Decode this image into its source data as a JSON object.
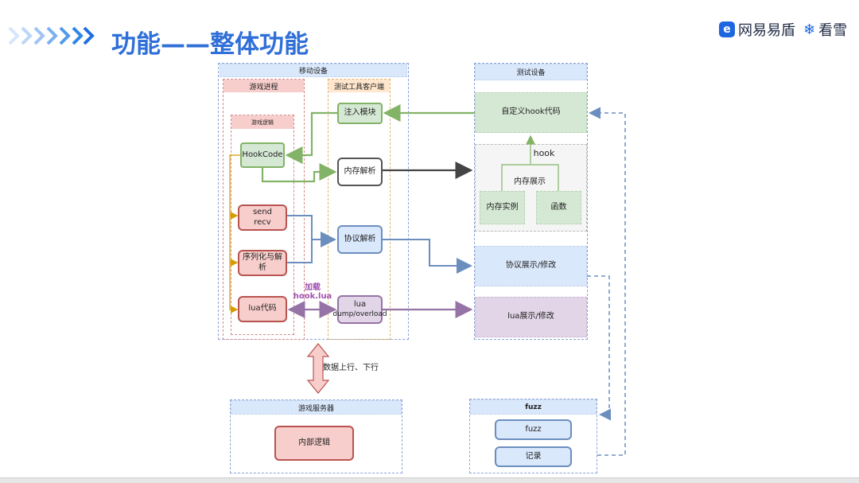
{
  "header": {
    "title": "功能——整体功能",
    "brand_name": "网易易盾",
    "brand_sub": "看雪",
    "brand_color": "#1e66e0",
    "title_color": "#2f6fd8"
  },
  "diagram": {
    "mobile_device": "移动设备",
    "game_process": "游戏进程",
    "test_client": "测试工具客户端",
    "game_logic": "游戏逻辑",
    "hookcode": "HookCode",
    "send": "send",
    "recv": "recv",
    "serialize": "序列化与解析",
    "lua_code": "lua代码",
    "inject": "注入模块",
    "mem_parse": "内存解析",
    "proto_parse": "协议解析",
    "lua": "lua",
    "lua_dump": "dump/overload",
    "load_label_1": "加载",
    "load_label_2": "hook.lua",
    "test_device": "测试设备",
    "custom_hook": "自定义hook代码",
    "hook_label": "hook",
    "mem_show": "内存展示",
    "mem_instance": "内存实例",
    "func": "函数",
    "proto_show": "协议展示/修改",
    "lua_show": "lua展示/修改",
    "data_flow": "数据上行、下行",
    "game_server": "游戏服务器",
    "internal_logic": "内部逻辑",
    "fuzz_header": "fuzz",
    "fuzz": "fuzz",
    "record": "记录"
  }
}
